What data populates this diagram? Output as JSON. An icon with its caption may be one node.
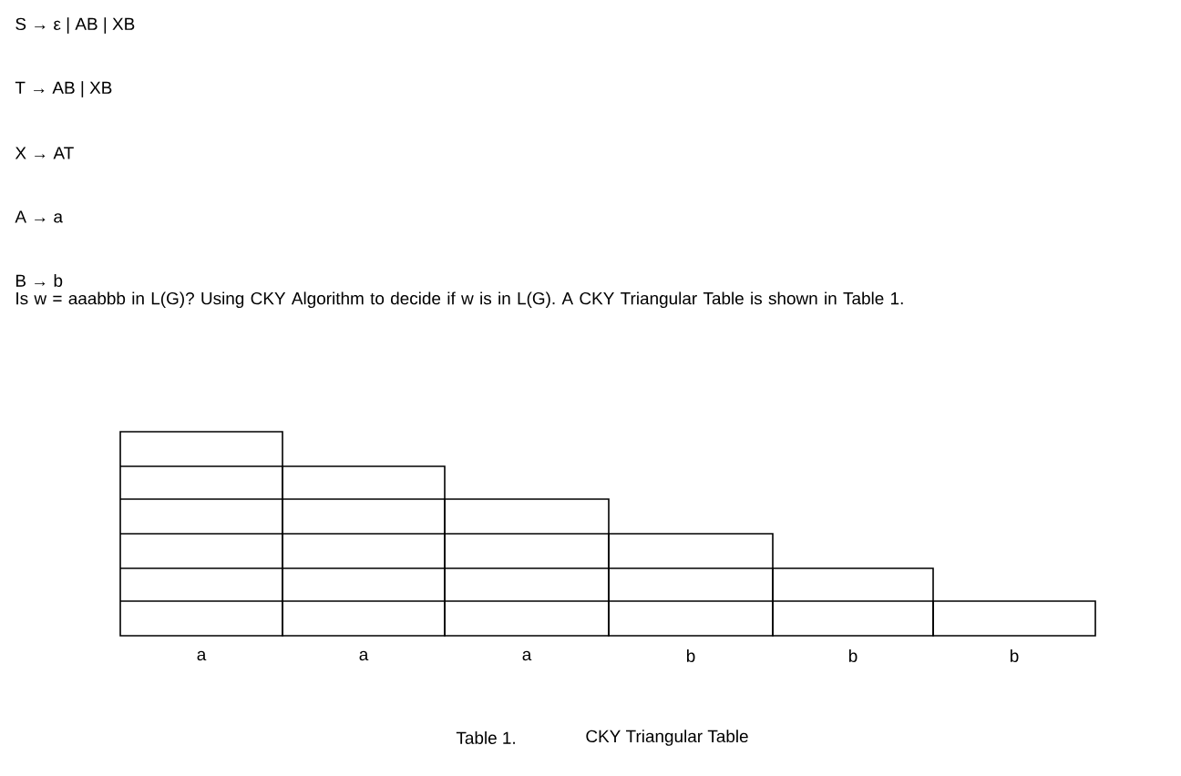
{
  "diagram": {
    "labels": [
      "S → ε | AB | XB",
      "T → AB | XB",
      "X → AT",
      "A → a",
      "B → b",
      "Is w = aaabbb in L(G)? Using CKY Algorithm to decide if w is in L(G). A CKY Triangular Table is shown in Table 1.",
      "a",
      "a",
      "a",
      "b",
      "b",
      "b",
      "Table 1.",
      "CKY Triangular Table"
    ]
  }
}
